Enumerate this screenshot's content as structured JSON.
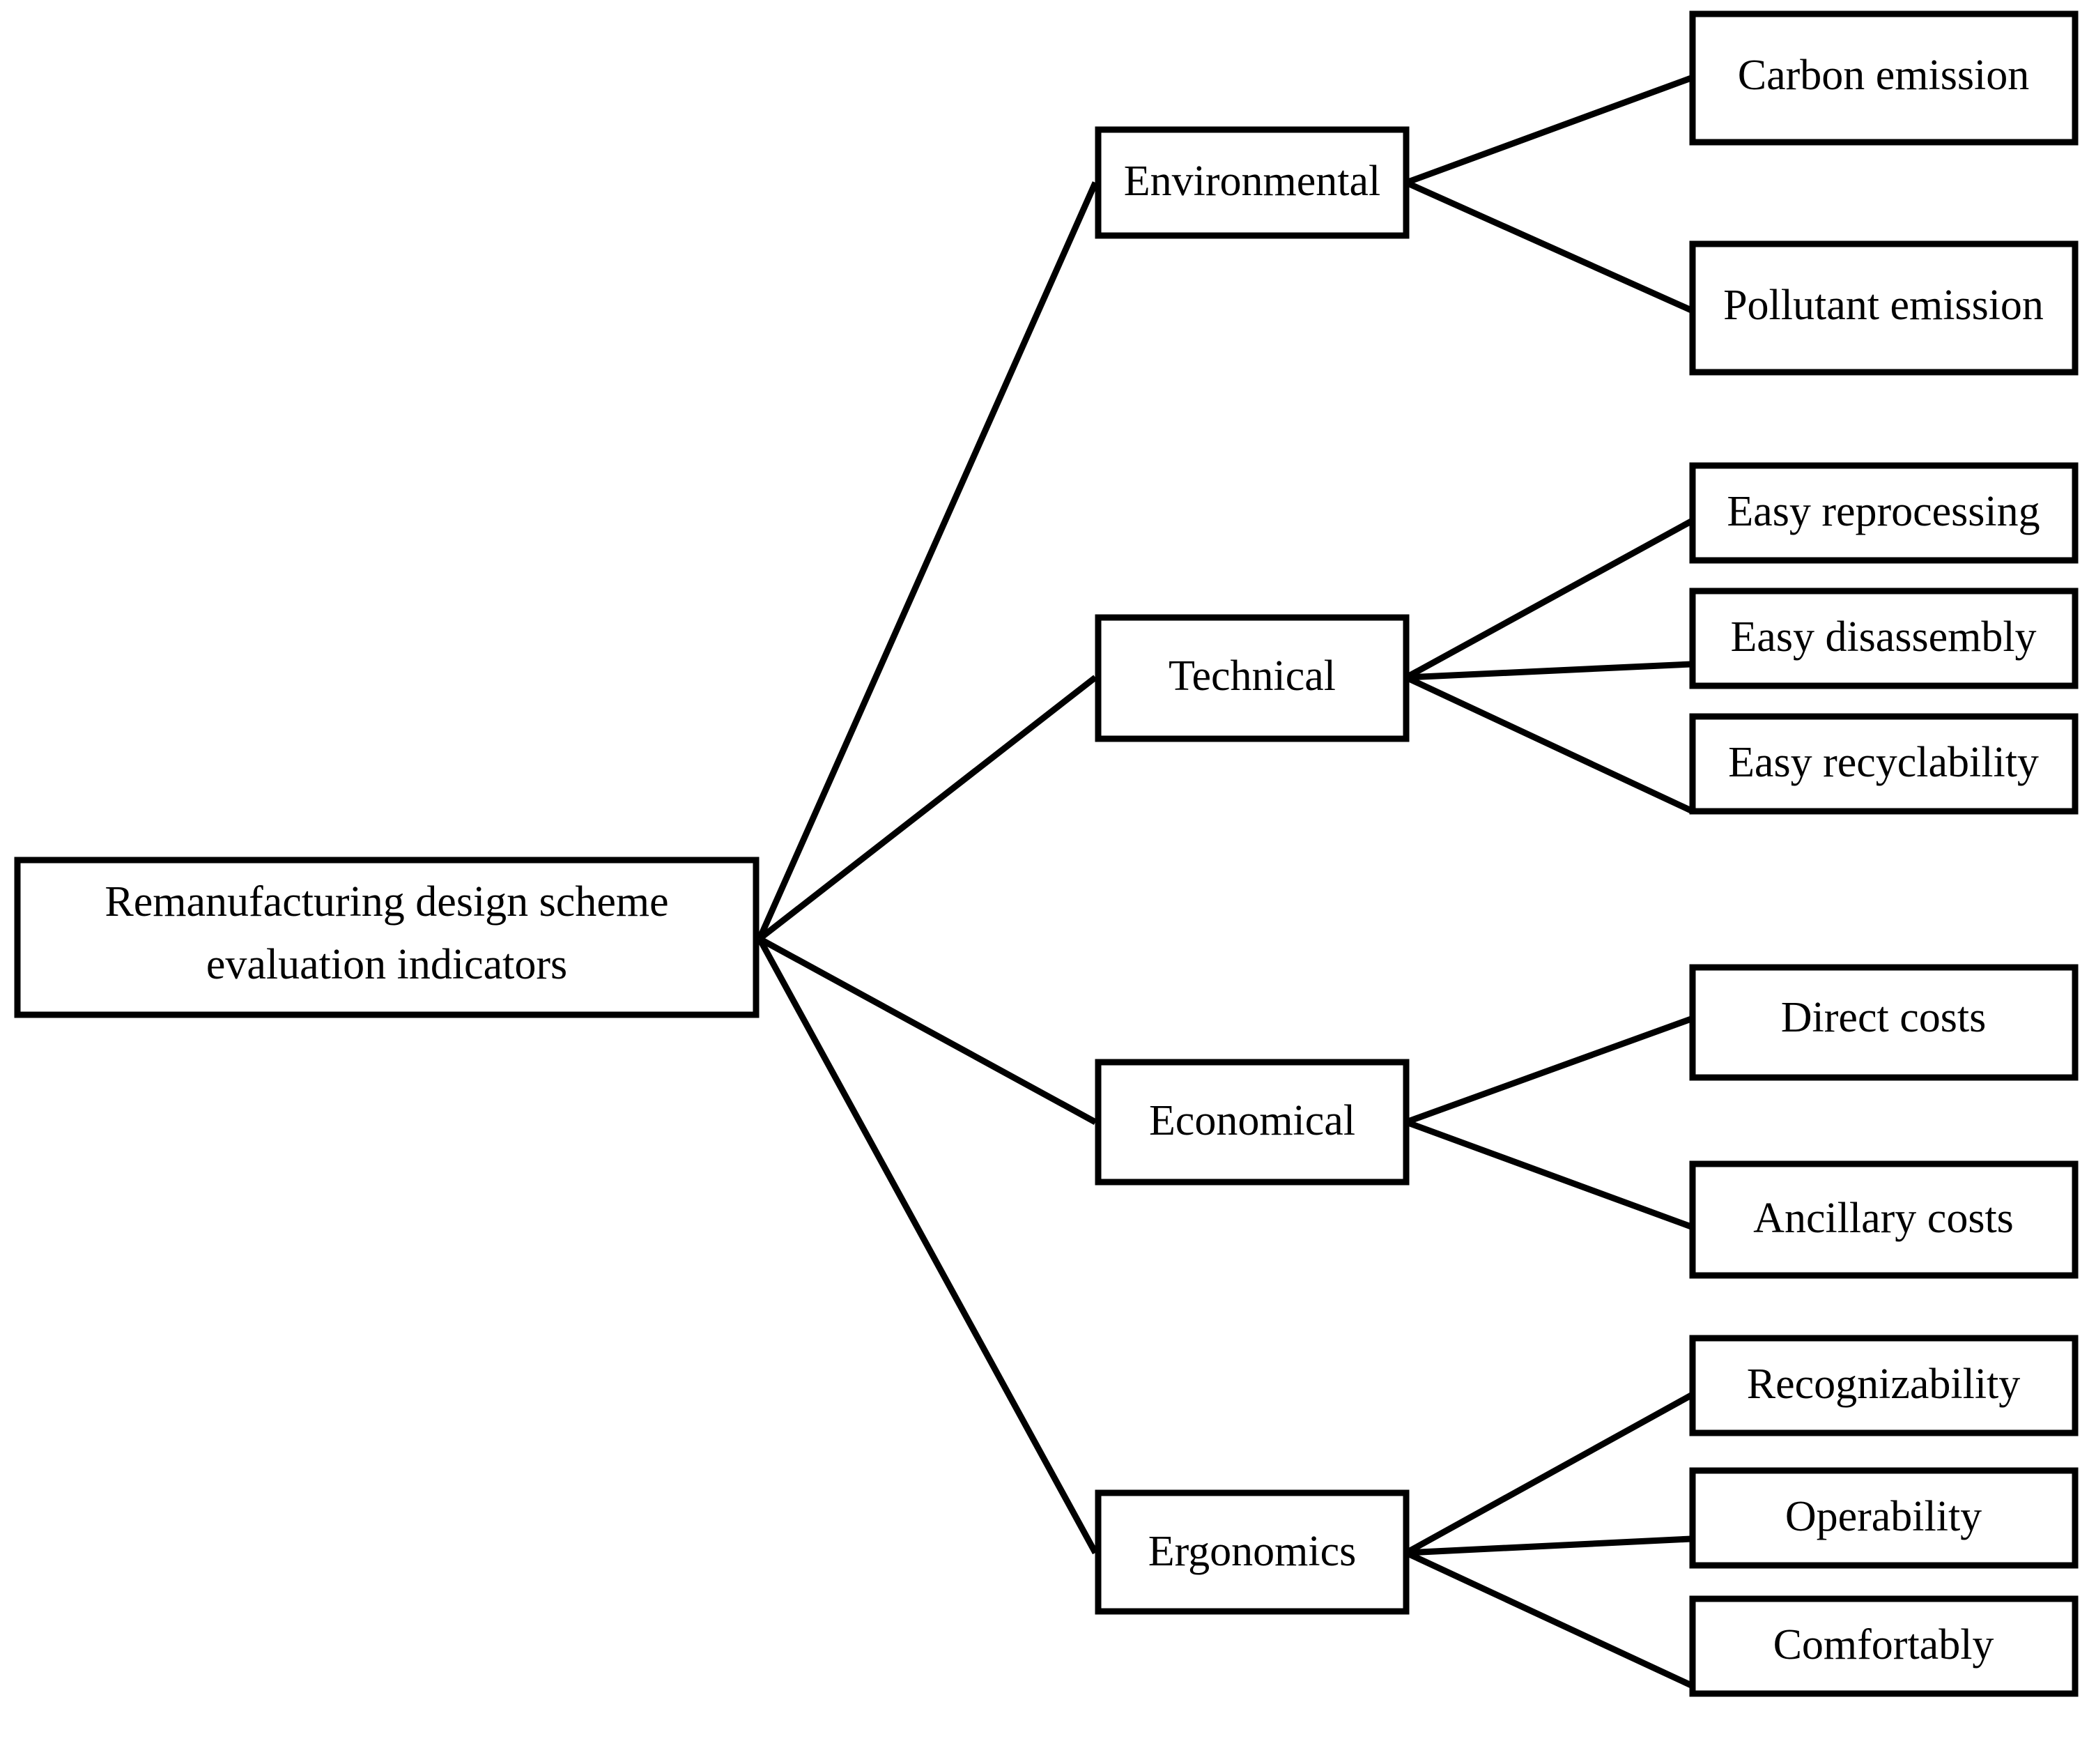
{
  "diagram": {
    "type": "hierarchy-tree",
    "orientation": "left-to-right",
    "colors": {
      "background": "#ffffff",
      "box_fill": "#ffffff",
      "box_stroke": "#000000",
      "connector": "#000000",
      "text": "#000000"
    },
    "root": {
      "label_line_1": "Remanufacturing design scheme",
      "label_line_2": "evaluation indicators"
    },
    "categories": [
      {
        "label": "Environmental",
        "children": [
          {
            "label": "Carbon emission"
          },
          {
            "label": "Pollutant emission"
          }
        ]
      },
      {
        "label": "Technical",
        "children": [
          {
            "label": "Easy reprocessing"
          },
          {
            "label": "Easy disassembly"
          },
          {
            "label": "Easy recyclability"
          }
        ]
      },
      {
        "label": "Economical",
        "children": [
          {
            "label": "Direct costs"
          },
          {
            "label": "Ancillary costs"
          }
        ]
      },
      {
        "label": "Ergonomics",
        "children": [
          {
            "label": "Recognizability"
          },
          {
            "label": "Operability"
          },
          {
            "label": "Comfortably"
          }
        ]
      }
    ]
  }
}
